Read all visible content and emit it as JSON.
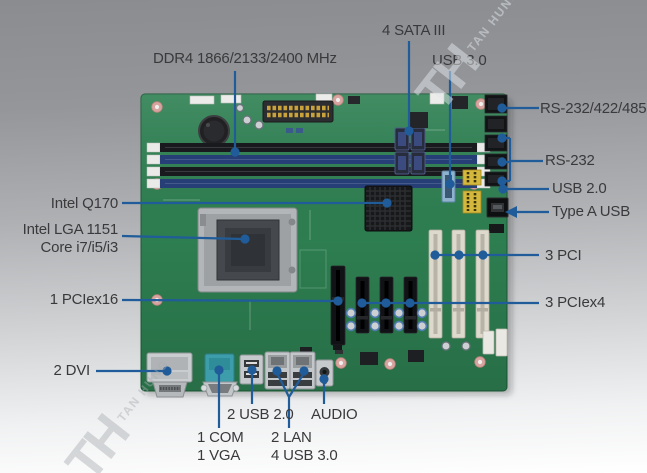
{
  "title": "Industrial ATX motherboard feature callout diagram",
  "colors": {
    "callout": "#1f5c99",
    "label_text": "#3a3a3c",
    "pcb": "#2e8052",
    "slot_blue": "#263f77",
    "port_teal": "#3d9daa",
    "bg_top": "#8a8c90",
    "bg_bottom": "#ffffff"
  },
  "icons": {
    "type_a_usb_arrow": "left-arrowhead",
    "callout_dot": "filled-circle"
  },
  "labels": {
    "ddr4": "DDR4 1866/2133/2400 MHz",
    "sata": "4 SATA III",
    "usb3_header": "USB 3.0",
    "rs232_422_485": "RS-232/422/485",
    "rs232": "RS-232",
    "usb2_header": "USB 2.0",
    "type_a_usb": "Type A USB",
    "pci": "3 PCI",
    "pciex4": "3 PCIex4",
    "chipset": "Intel Q170",
    "cpu_line1": "Intel LGA 1151",
    "cpu_line2": "Core i7/i5/i3",
    "pciex16": "1 PCIex16",
    "dvi": "2 DVI",
    "usb2_rear": "2 USB 2.0",
    "com_line1": "1 COM",
    "com_line2": "1 VGA",
    "lan_line1": "2 LAN",
    "lan_line2": "4 USB 3.0",
    "audio": "AUDIO"
  },
  "watermark": {
    "initials": "TH",
    "name": "TAN HUNG"
  }
}
